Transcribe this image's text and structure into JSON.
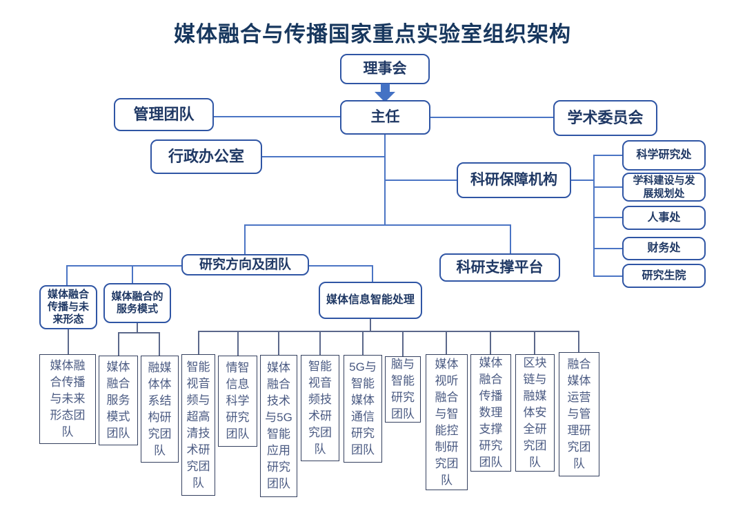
{
  "title": "媒体融合与传播国家重点实验室组织架构",
  "nodes": {
    "board": "理事会",
    "director": "主任",
    "management_team": "管理团队",
    "academic_committee": "学术委员会",
    "admin_office": "行政办公室",
    "research_support_org": "科研保障机构",
    "research_support_platform": "科研支撑平台",
    "research_directions": "研究方向及团队"
  },
  "support_depts": [
    {
      "label": "科学研究处"
    },
    {
      "label": "学科建设与发\n展规划处"
    },
    {
      "label": "人事处"
    },
    {
      "label": "财务处"
    },
    {
      "label": "研究生院"
    }
  ],
  "directions": [
    {
      "label": "媒体融合\n传播与未\n来形态"
    },
    {
      "label": "媒体融合的\n服务模式"
    },
    {
      "label": "媒体信息智能处理"
    }
  ],
  "teams": [
    {
      "label": "媒体融\n合传播\n与未来\n形态团\n队"
    },
    {
      "label": "媒体\n融合\n服务\n模式\n团队"
    },
    {
      "label": "融媒\n体体\n系结\n构研\n究团\n队"
    },
    {
      "label": "智能\n视音\n频与\n超高\n清技\n术研\n究团\n队"
    },
    {
      "label": "情智\n信息\n科学\n研究\n团队"
    },
    {
      "label": "媒体\n融合\n技术\n与5G\n智能\n应用\n研究\n团队"
    },
    {
      "label": "智能\n视音\n频技\n术研\n究团\n队"
    },
    {
      "label": "5G与\n智能\n媒体\n通信\n研究\n团队"
    },
    {
      "label": "脑与\n智能\n研究\n团队"
    },
    {
      "label": "媒体\n视听\n融合\n与智\n能控\n制研\n究团\n队"
    },
    {
      "label": "媒体\n融合\n传播\n数理\n支撑\n研究\n团队"
    },
    {
      "label": "区块\n链与\n融媒\n体安\n全研\n究团\n队"
    },
    {
      "label": "融合\n媒体\n运营\n与管\n理研\n究团\n队"
    }
  ],
  "colors": {
    "box_border": "#2f55a4",
    "box_text": "#1f3864",
    "connector_blue": "#4a74c4",
    "connector_thin": "#5a678a",
    "team_border": "#333f5e",
    "team_text": "#4a5a82",
    "arrow": "#4472c4",
    "title_text": "#17375e"
  }
}
